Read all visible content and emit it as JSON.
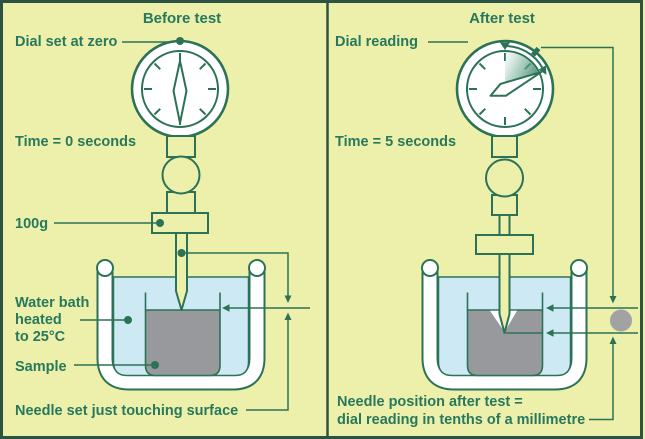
{
  "colors": {
    "background": "#edf0ab",
    "accent_green": "#2b7257",
    "text_green": "#27785c",
    "border_green": "#2c5244",
    "water_blue": "#cdeaf4",
    "sample_gray": "#97999c",
    "marker_gray": "#a2a2a2",
    "dial_face_white": "#ffffff"
  },
  "before_panel": {
    "title": "Before test",
    "dial_label": "Dial set at zero",
    "time_label": "Time = 0 seconds",
    "weight_label": "100g",
    "water_bath_line1": "Water bath",
    "water_bath_line2": "heated",
    "water_bath_line3": "to 25°C",
    "sample_label": "Sample",
    "caption": "Needle set just touching surface"
  },
  "after_panel": {
    "title": "After test",
    "dial_label": "Dial reading",
    "time_label": "Time = 5 seconds",
    "caption_line1": "Needle position after test =",
    "caption_line2": "dial reading in tenths of a millimetre"
  }
}
